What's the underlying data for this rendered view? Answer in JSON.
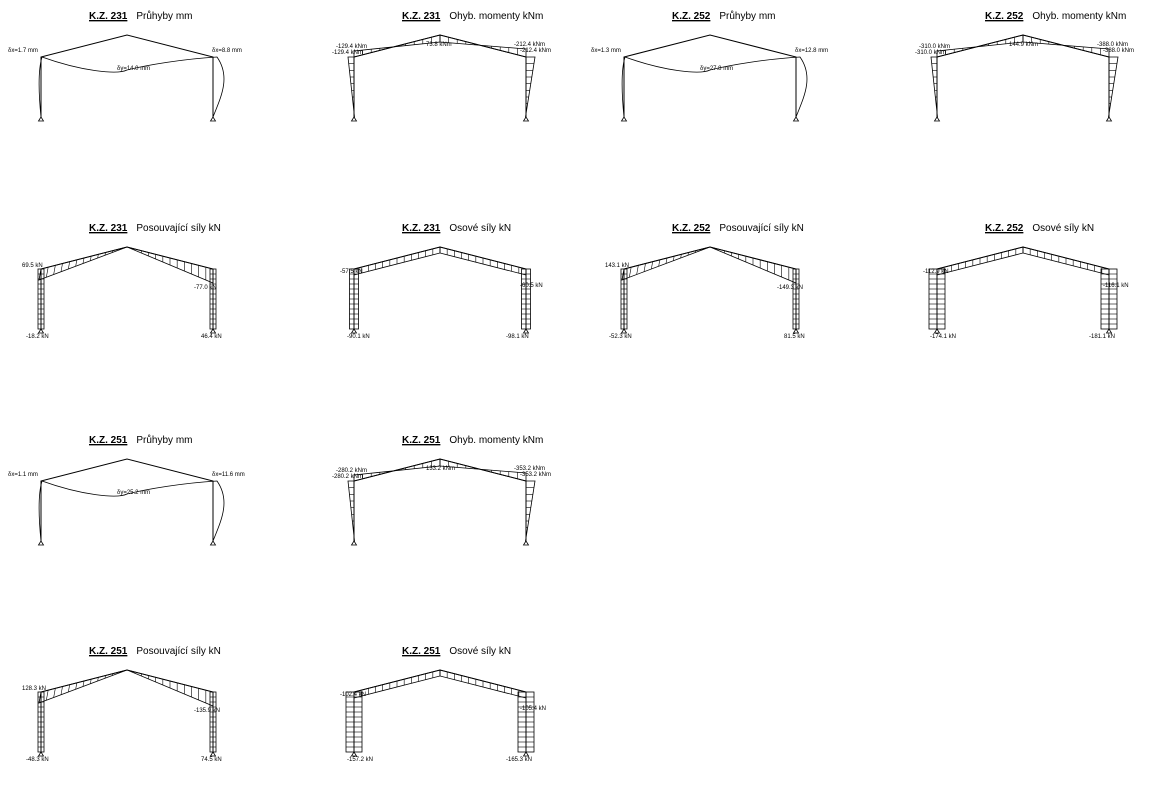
{
  "panels": [
    {
      "id": "p1",
      "kz": "K.Z. 231",
      "type": "Průhyby mm",
      "kind": "deflection",
      "labels": [
        "δx=1.7 mm",
        "δx=8.8 mm",
        "δy=14.0 mm"
      ]
    },
    {
      "id": "p2",
      "kz": "K.Z. 231",
      "type": "Ohyb. momenty kNm",
      "kind": "moment",
      "labels": [
        "-129.4 kNm",
        "-129.4 kNm",
        "73.8 kNm",
        "-212.4 kNm",
        "-212.4 kNm"
      ]
    },
    {
      "id": "p3",
      "kz": "K.Z. 252",
      "type": "Průhyby mm",
      "kind": "deflection",
      "labels": [
        "δx=1.3 mm",
        "δx=12.8 mm",
        "δy=27.8 mm"
      ]
    },
    {
      "id": "p4",
      "kz": "K.Z. 252",
      "type": "Ohyb. momenty kNm",
      "kind": "moment",
      "labels": [
        "-310.0 kNm",
        "-310.0 kNm",
        "144.9 kNm",
        "-388.0 kNm",
        "-388.0 kNm"
      ]
    },
    {
      "id": "p5",
      "kz": "K.Z. 231",
      "type": "Posouvající síly kN",
      "kind": "shear",
      "labels": [
        "69.5 kN",
        "-77.0 kN",
        "-18.2 kN",
        "46.4 kN"
      ]
    },
    {
      "id": "p6",
      "kz": "K.Z. 231",
      "type": "Osové síly kN",
      "kind": "axial",
      "labels": [
        "-57.5 kN",
        "-60.5 kN",
        "-90.1 kN",
        "-98.1 kN"
      ]
    },
    {
      "id": "p7",
      "kz": "K.Z. 252",
      "type": "Posouvající síly kN",
      "kind": "shear",
      "labels": [
        "143.1 kN",
        "-149.3 kN",
        "-52.3 kN",
        "81.5 kN"
      ]
    },
    {
      "id": "p8",
      "kz": "K.Z. 252",
      "type": "Osové síly kN",
      "kind": "axial",
      "labels": [
        "-112.9 kN",
        "-116.1 kN",
        "-174.1 kN",
        "-181.1 kN"
      ]
    },
    {
      "id": "p9",
      "kz": "K.Z. 251",
      "type": "Průhyby mm",
      "kind": "deflection",
      "labels": [
        "δx=1.1 mm",
        "δx=11.6 mm",
        "δy=25.2 mm"
      ]
    },
    {
      "id": "p10",
      "kz": "K.Z. 251",
      "type": "Ohyb. momenty kNm",
      "kind": "moment",
      "labels": [
        "-280.2 kNm",
        "-280.2 kNm",
        "133.2 kNm",
        "-353.2 kNm",
        "-353.2 kNm"
      ]
    },
    {
      "id": "p11",
      "kz": "K.Z. 251",
      "type": "Posouvající síly kN",
      "kind": "shear",
      "labels": [
        "128.3 kN",
        "-135.9 kN",
        "-48.3 kN",
        "74.5 kN"
      ]
    },
    {
      "id": "p12",
      "kz": "K.Z. 251",
      "type": "Osové síly kN",
      "kind": "axial",
      "labels": [
        "-102.4 kN",
        "-105.4 kN",
        "-157.2 kN",
        "-165.3 kN"
      ]
    }
  ]
}
